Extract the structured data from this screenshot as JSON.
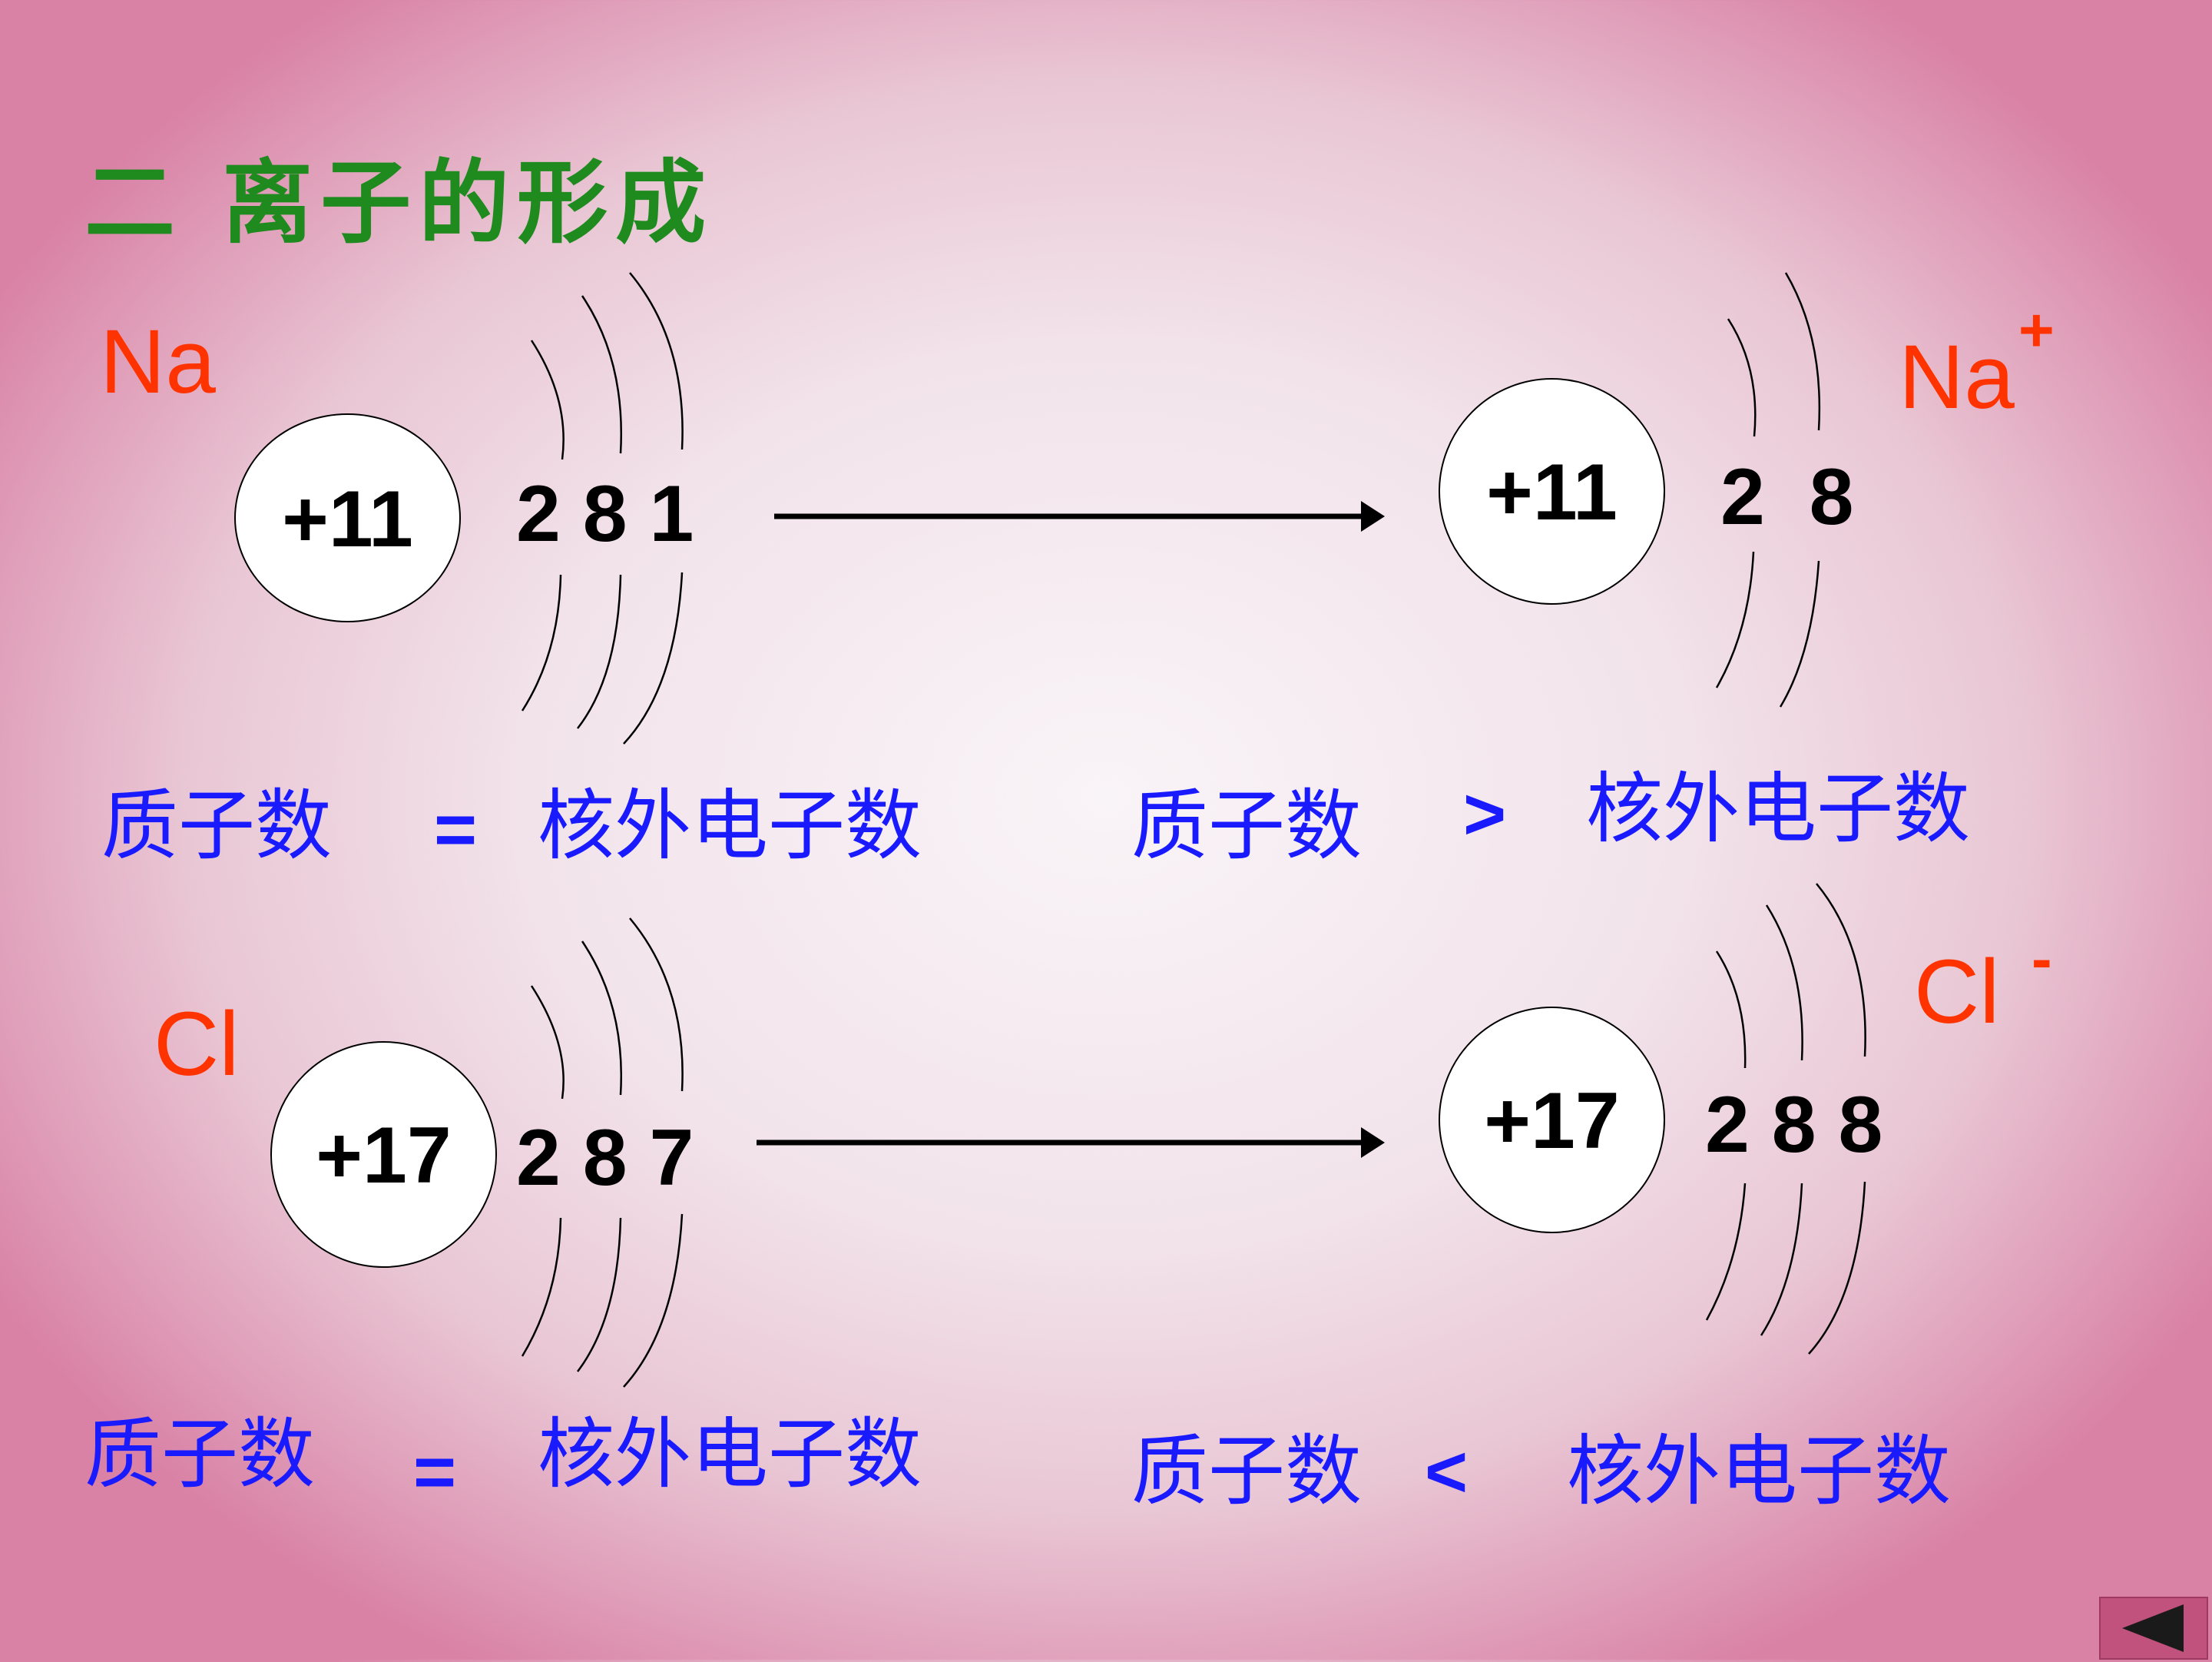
{
  "title": "二  离子的形成",
  "sodium": {
    "atom_symbol": "Na",
    "ion_symbol": "Na",
    "ion_charge": "+",
    "atom_nucleus": "+11",
    "atom_shells": "2 8 1",
    "ion_nucleus": "+11",
    "ion_shells": "2  8",
    "atom_left": "质子数",
    "atom_op": "=",
    "atom_right": "核外电子数",
    "ion_left": "质子数",
    "ion_op": ">",
    "ion_right": "核外电子数"
  },
  "chlorine": {
    "atom_symbol": "Cl",
    "ion_symbol": "Cl",
    "ion_charge": "-",
    "atom_nucleus": "+17",
    "atom_shells": "2 8 7",
    "ion_nucleus": "+17",
    "ion_shells": "2 8 8",
    "atom_left": "质子数",
    "atom_op": "=",
    "atom_right": "核外电子数",
    "ion_left": "质子数",
    "ion_op": "<",
    "ion_right": "核外电子数"
  },
  "colors": {
    "title": "#1f8b1f",
    "symbol": "#ff3300",
    "comparison": "#1a1aff",
    "nav": "#c1527e"
  },
  "nav": {
    "icon": "triangle-left-icon"
  }
}
